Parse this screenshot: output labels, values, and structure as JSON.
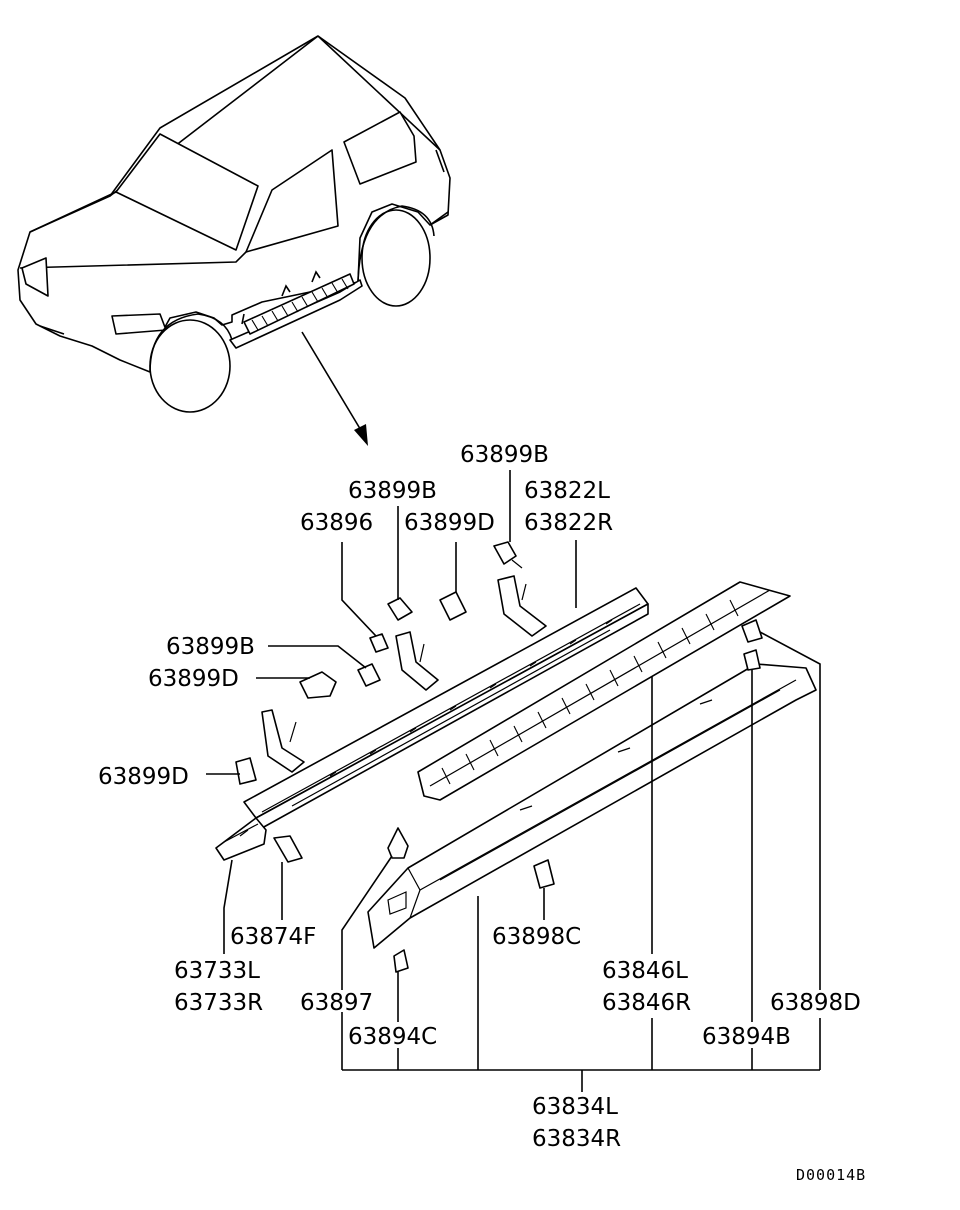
{
  "labels": {
    "p63899B_top": "63899B",
    "p63822L": "63822L",
    "p63822R": "63822R",
    "p63899B_mid": "63899B",
    "p63896": "63896",
    "p63899D_mid": "63899D",
    "p63899B_left": "63899B",
    "p63899D_left": "63899D",
    "p63899D_low": "63899D",
    "p63874F": "63874F",
    "p63733L": "63733L",
    "p63733R": "63733R",
    "p63897": "63897",
    "p63894C": "63894C",
    "p63898C": "63898C",
    "p63846L": "63846L",
    "p63846R": "63846R",
    "p63898D": "63898D",
    "p63894B": "63894B",
    "p63834L": "63834L",
    "p63834R": "63834R"
  },
  "diagram_code": "D00014B"
}
